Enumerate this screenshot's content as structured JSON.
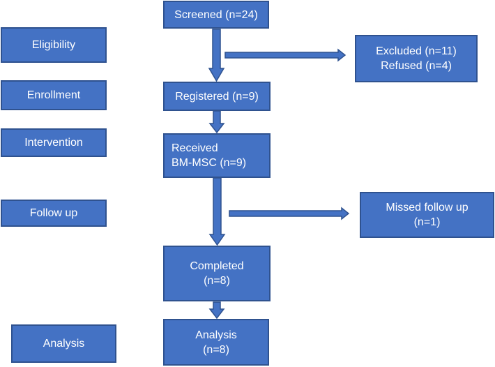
{
  "stages": {
    "eligibility": "Eligibility",
    "enrollment": "Enrollment",
    "intervention": "Intervention",
    "follow_up": "Follow up",
    "analysis": "Analysis"
  },
  "flow": {
    "screened": "Screened (n=24)",
    "registered": "Registered (n=9)",
    "received_line1": "Received",
    "received_line2": "BM-MSC (n=9)",
    "completed_line1": "Completed",
    "completed_line2": "(n=8)",
    "analysis_line1": "Analysis",
    "analysis_line2": "(n=8)"
  },
  "side": {
    "excluded_line1": "Excluded (n=11)",
    "excluded_line2": "Refused (n=4)",
    "missed_line1": "Missed follow up",
    "missed_line2": "(n=1)"
  },
  "colors": {
    "box_fill": "#4472c4",
    "box_border": "#2f528f",
    "text": "#ffffff"
  }
}
